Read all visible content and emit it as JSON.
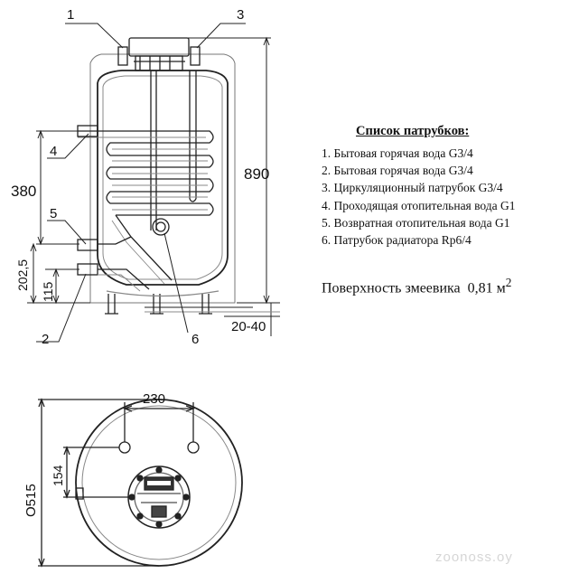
{
  "callouts": {
    "c1": "1",
    "c3": "3",
    "c4": "4",
    "c5": "5",
    "c2": "2",
    "c6": "6"
  },
  "dimensions": {
    "h890": "890",
    "h380": "380",
    "h202": "202,5",
    "h115": "115",
    "feet": "20-40",
    "w230": "230",
    "d154": "154",
    "dia": "O515"
  },
  "legend": {
    "title": "Список патрубков:",
    "items": [
      "1. Бытовая горячая вода G3/4",
      "2. Бытовая горячая вода G3/4",
      "3. Циркуляционный патрубок G3/4",
      "4. Проходящая отопительная вода G1",
      "5. Возвратная отопительная вода G1",
      "6. Патрубок радиатора Rp6/4"
    ]
  },
  "surface": {
    "label": "Поверхность змеевика",
    "value": "0,81 м",
    "sup": "2"
  },
  "watermark": "zoonoss.oy"
}
